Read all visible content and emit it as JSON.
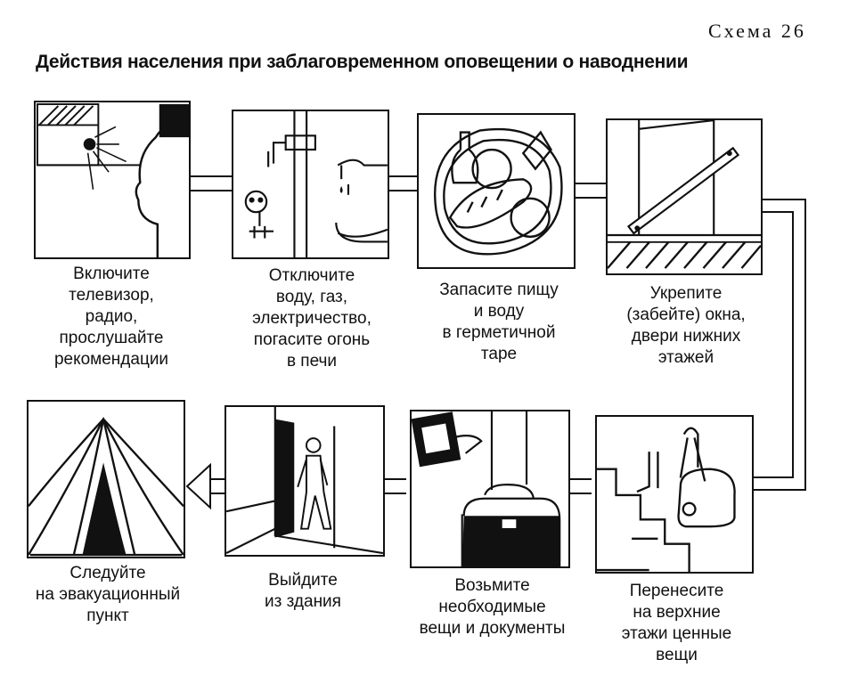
{
  "scheme_label": "Схема 26",
  "title": "Действия населения при заблаговременном оповещении о наводнении",
  "steps": [
    {
      "icon": "tv-radio-icon",
      "caption": [
        "Включите",
        "телевизор,",
        "радио,",
        "прослушайте",
        "рекомендации"
      ]
    },
    {
      "icon": "shut-off-utilities-icon",
      "caption": [
        "Отключите",
        "воду, газ,",
        "электричество,",
        "погасите огонь",
        "в печи"
      ]
    },
    {
      "icon": "food-water-icon",
      "caption": [
        "Запасите пищу",
        "и воду",
        "в герметичной",
        "таре"
      ]
    },
    {
      "icon": "board-windows-icon",
      "caption": [
        "Укрепите",
        "(забейте) окна,",
        "двери нижних",
        "этажей"
      ]
    },
    {
      "icon": "carry-upstairs-icon",
      "caption": [
        "Перенесите",
        "на верхние",
        "этажи ценные",
        "вещи"
      ]
    },
    {
      "icon": "take-documents-icon",
      "caption": [
        "Возьмите",
        "необходимые",
        "вещи и документы"
      ]
    },
    {
      "icon": "exit-building-icon",
      "caption": [
        "Выйдите",
        "из здания"
      ]
    },
    {
      "icon": "evacuation-tent-icon",
      "caption": [
        "Следуйте",
        "на эвакуационный",
        "пункт"
      ]
    }
  ]
}
